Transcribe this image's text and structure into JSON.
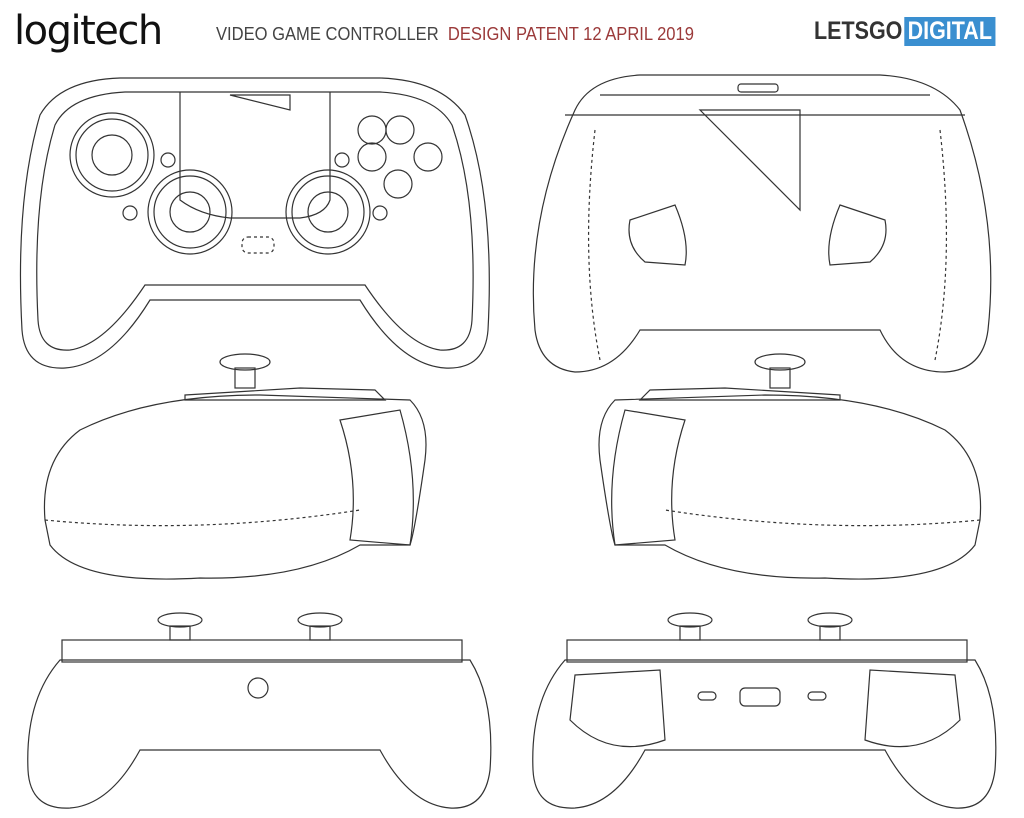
{
  "header": {
    "logo": "logitech",
    "title": "VIDEO GAME CONTROLLER",
    "subtitle": "DESIGN PATENT 12 APRIL 2019",
    "brand_part1": "LETSGO",
    "brand_part2": "DIGITAL"
  },
  "colors": {
    "subtitle": "#9b3a3a",
    "brand_badge": "#3a8fd0"
  },
  "views": [
    "front-view",
    "back-view",
    "left-side-view",
    "right-side-view",
    "top-view",
    "bottom-view"
  ]
}
